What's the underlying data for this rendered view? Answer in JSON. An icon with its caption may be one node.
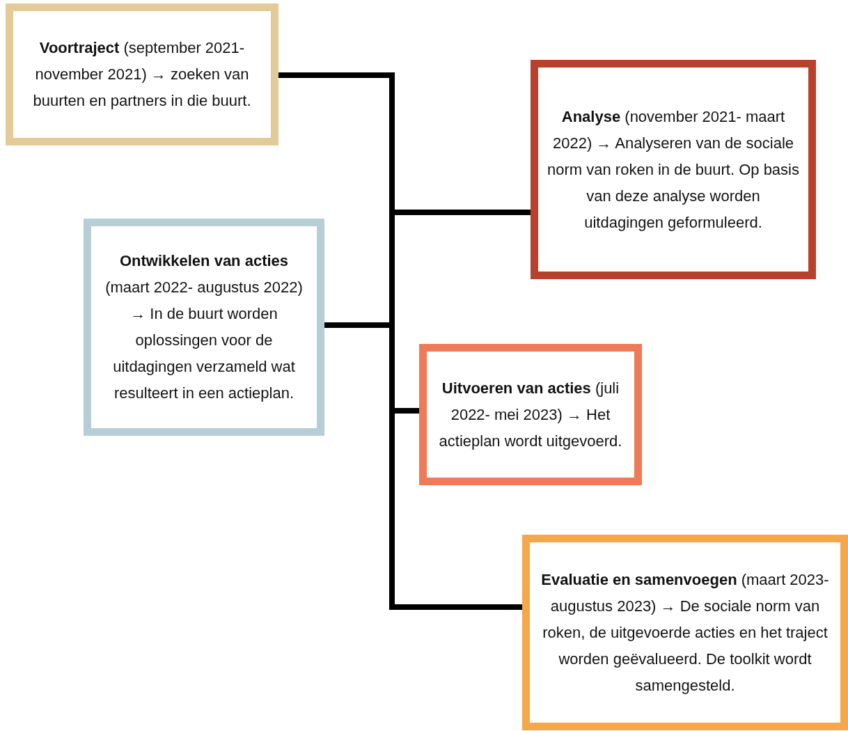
{
  "diagram": {
    "nodes": [
      {
        "text": [
          "**Voortraject** (september 2021- november 2021) → zoeken van buurten en partners in die buurt."
        ]
      },
      {
        "text": [
          "**Analyse** (november 2021- maart 2022) → Analyseren van de sociale norm van roken in de buurt. Op basis van deze analyse worden uitdagingen geformuleerd."
        ]
      },
      {
        "text": [
          "**Ontwikkelen van acties** (maart 2022- augustus 2022) → In de buurt worden oplossingen voor de uitdagingen verzameld wat resulteert in een actieplan."
        ]
      },
      {
        "text": [
          "**Uitvoeren van acties** (juli 2022- mei 2023) → Het actieplan wordt uitgevoerd."
        ]
      },
      {
        "text": [
          "**Evaluatie en samenvoegen** (maart 2023- augustus 2023) → De sociale norm van roken, de uitgevoerde acties en het traject worden geëvalueerd. De toolkit wordt samengesteld."
        ]
      }
    ],
    "edges": [
      {
        "from": 0,
        "to": 1,
        "arrow": "none"
      },
      {
        "from": 1,
        "to": 2,
        "arrow": "none"
      },
      {
        "from": 2,
        "to": 3,
        "arrow": "none"
      },
      {
        "from": 3,
        "to": 4,
        "arrow": "none"
      }
    ]
  }
}
